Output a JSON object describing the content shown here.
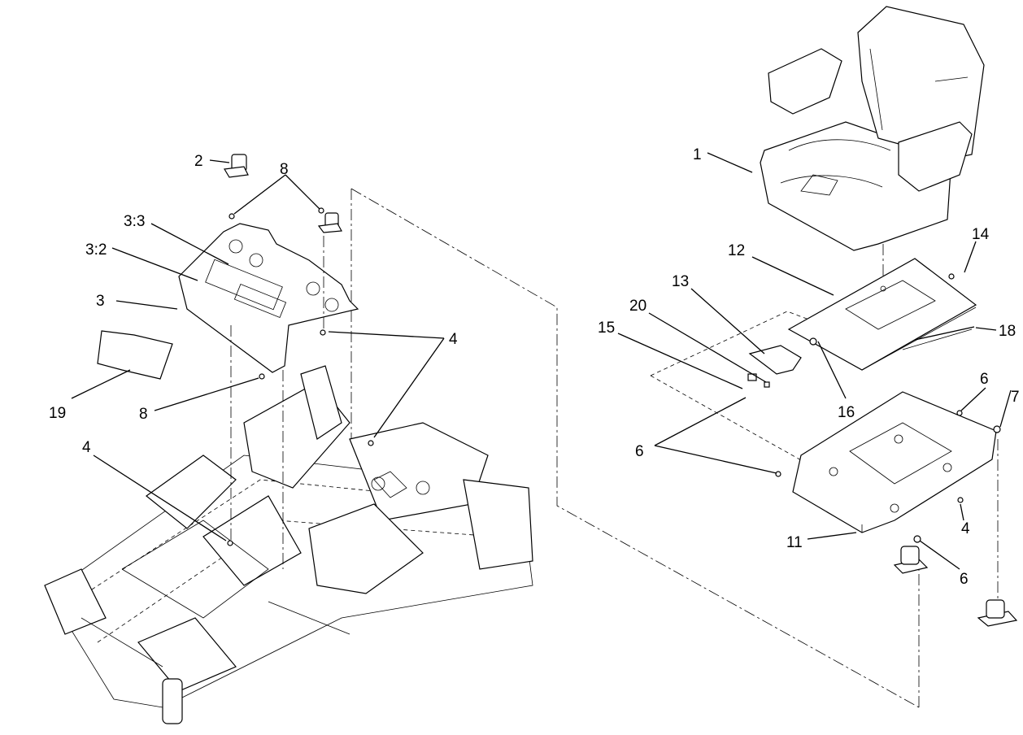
{
  "labels": {
    "l1": "1",
    "l2": "2",
    "l3": "3",
    "l3_2": "3:2",
    "l3_3": "3:3",
    "l4_top": "4",
    "l4_left": "4",
    "l4_right": "4",
    "l6_top": "6",
    "l6_left": "6",
    "l6_bottom": "6",
    "l7": "7",
    "l8_top": "8",
    "l8_bottom": "8",
    "l11": "11",
    "l12": "12",
    "l13": "13",
    "l14": "14",
    "l15": "15",
    "l16": "16",
    "l18": "18",
    "l19": "19",
    "l20": "20"
  }
}
